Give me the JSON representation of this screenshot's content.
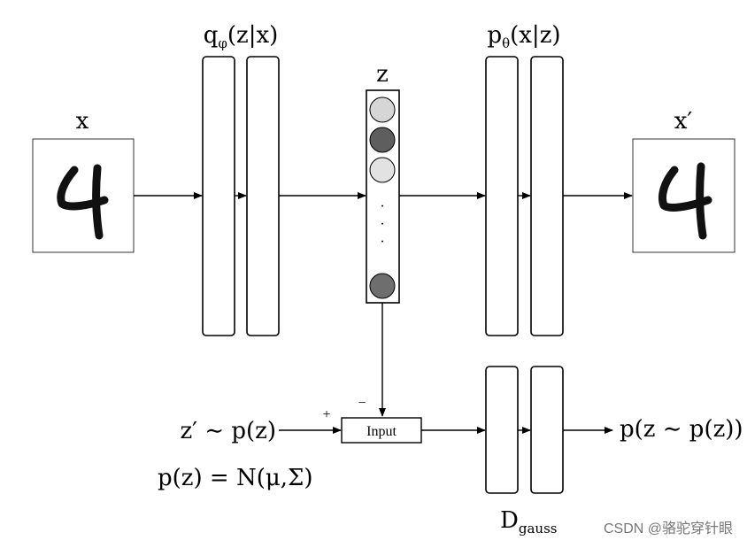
{
  "labels": {
    "x": "x",
    "x_prime": "x′",
    "z": "z",
    "encoder_q": "q",
    "encoder_sub": "φ",
    "encoder_rest": "(z|x)",
    "decoder_p": "p",
    "decoder_sub": "θ",
    "decoder_rest": "(x|z)",
    "prior_sample": "z′ ∼ p(z)",
    "prior_def": "p(z) = N(μ,Σ)",
    "disc_output": "p(z ∼ p(z))",
    "disc_D": "D",
    "disc_sub": "gauss",
    "input_box": "Input",
    "plus": "+",
    "minus": "−",
    "dot": "·",
    "watermark": "CSDN @骆驼穿针眼"
  },
  "images": {
    "input_digit": "handwritten-4",
    "output_digit": "handwritten-4"
  },
  "latent_nodes": [
    {
      "fill": "#d6d6d6"
    },
    {
      "fill": "#5e5e5e"
    },
    {
      "fill": "#e2e2e2"
    },
    {
      "fill": "#6e6e6e"
    }
  ]
}
